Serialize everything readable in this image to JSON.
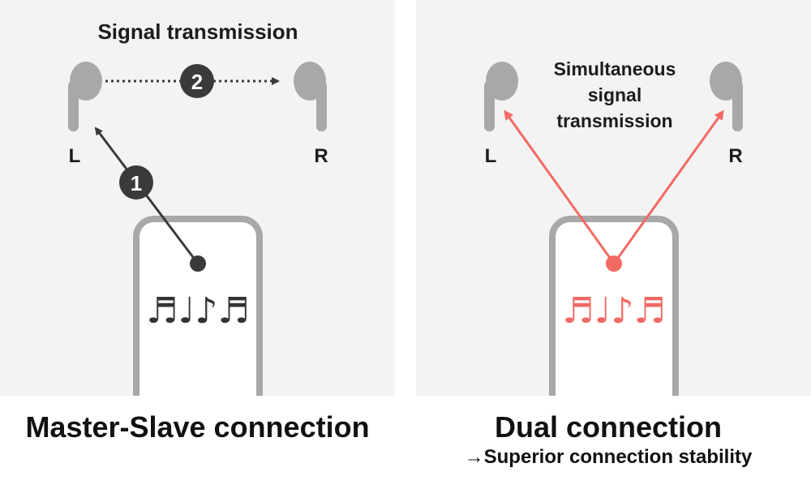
{
  "left": {
    "top_label": "Signal transmission",
    "earbud_left_label": "L",
    "earbud_right_label": "R",
    "step1": "1",
    "step2": "2",
    "notes": "♬♩♪♬",
    "caption": "Master-Slave connection"
  },
  "right": {
    "label_line1": "Simultaneous",
    "label_line2": "signal",
    "label_line3": "transmission",
    "earbud_left_label": "L",
    "earbud_right_label": "R",
    "notes": "♬♩♪♬",
    "caption": "Dual connection",
    "sub_caption": "→Superior connection stability"
  },
  "colors": {
    "panel_bg": "#f3f3f3",
    "earbud": "#a8a8a8",
    "arrow_dark": "#3a3a3a",
    "arrow_red": "#f26a63"
  }
}
